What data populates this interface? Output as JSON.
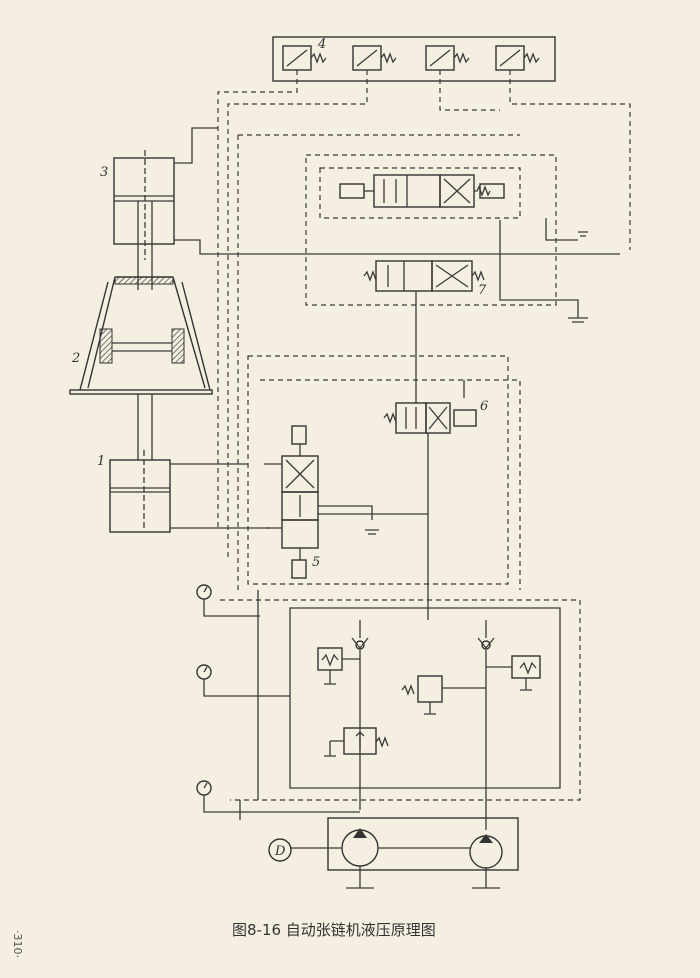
{
  "caption": "图8-16 自动张链机液压原理图",
  "side_note": "·310·",
  "labels": {
    "cylinder_bottom": "1",
    "frame": "2",
    "cylinder_top": "3",
    "switches": "4",
    "valve_5": "5",
    "valve_6": "6",
    "valve_7": "7"
  },
  "motor_symbol": "D"
}
